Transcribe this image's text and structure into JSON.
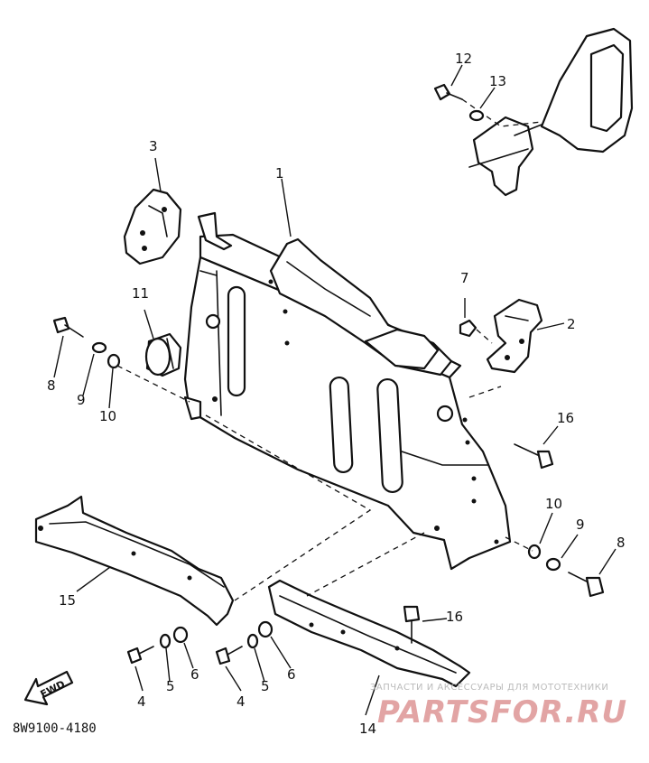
{
  "diagram_code": "8W9100-4180",
  "fwd_label": "FWD",
  "watermark": {
    "tagline": "ЗАПЧАСТИ И АКСЕССУАРЫ ДЛЯ МОТОТЕХНИКИ",
    "brand": "PARTSFOR.RU"
  },
  "callouts": [
    "1",
    "2",
    "3",
    "4",
    "4",
    "5",
    "5",
    "6",
    "6",
    "7",
    "8",
    "8",
    "9",
    "9",
    "10",
    "10",
    "11",
    "12",
    "13",
    "14",
    "15",
    "16",
    "16"
  ]
}
